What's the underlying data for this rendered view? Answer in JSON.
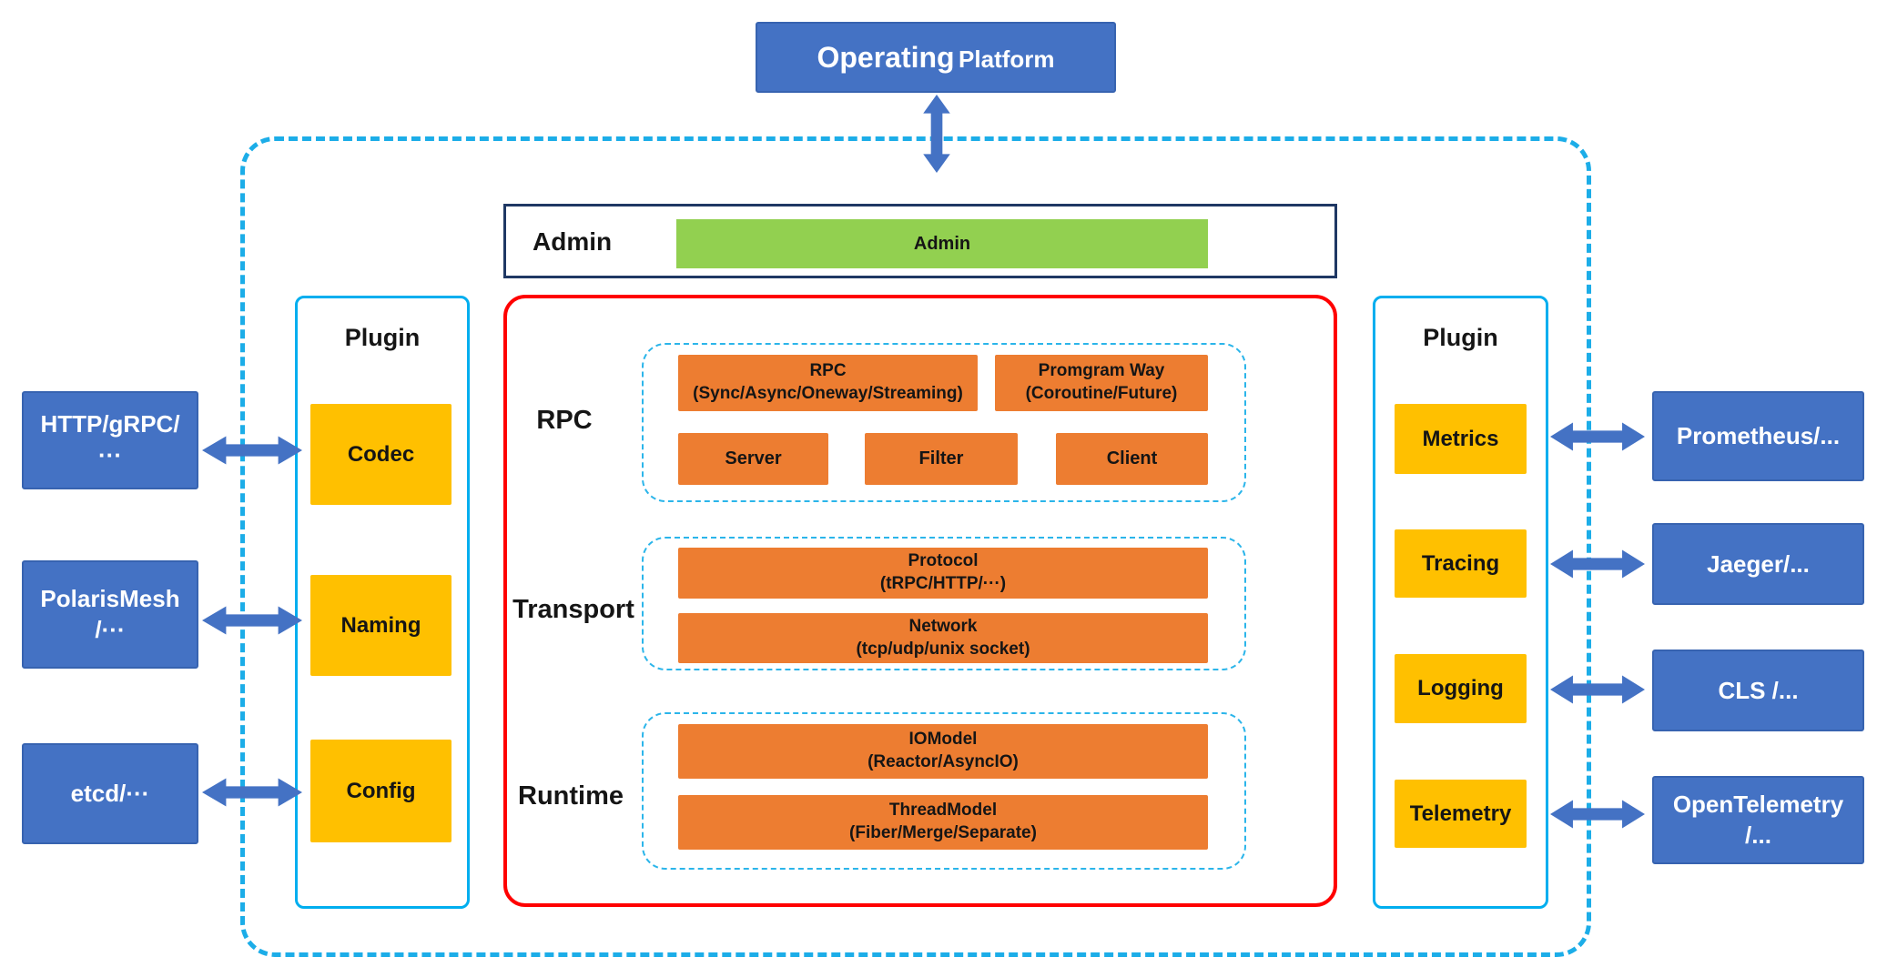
{
  "colors": {
    "blue_box": "#4472C4",
    "blue_box_border": "#3763B0",
    "green_bar": "#92D050",
    "orange_box": "#ED7D31",
    "yellow_box": "#FFC000",
    "outer_dashed_border": "#1CADE8",
    "plugin_border": "#00AEEF",
    "red_frame_border": "#FF0000",
    "admin_frame_border": "#1F3864",
    "arrow": "#4472C4",
    "dark_text": "#151515",
    "white_text": "#FFFFFF"
  },
  "operating_platform": {
    "title_main": "Operating",
    "title_sub": "Platform"
  },
  "admin": {
    "section_label": "Admin",
    "bar_label": "Admin"
  },
  "core": {
    "rpc": {
      "label": "RPC",
      "rpc_box": {
        "line1": "RPC",
        "line2": "(Sync/Async/Oneway/Streaming)"
      },
      "program_way_box": {
        "line1": "Promgram Way",
        "line2": "(Coroutine/Future)"
      },
      "server": "Server",
      "filter": "Filter",
      "client": "Client"
    },
    "transport": {
      "label": "Transport",
      "protocol": {
        "line1": "Protocol",
        "line2": "(tRPC/HTTP/···)"
      },
      "network": {
        "line1": "Network",
        "line2": "(tcp/udp/unix socket)"
      }
    },
    "runtime": {
      "label": "Runtime",
      "iomodel": {
        "line1": "IOModel",
        "line2": "(Reactor/AsyncIO)"
      },
      "threadmodel": {
        "line1": "ThreadModel",
        "line2": "(Fiber/Merge/Separate)"
      }
    }
  },
  "left_plugin": {
    "title": "Plugin",
    "items": [
      "Codec",
      "Naming",
      "Config"
    ]
  },
  "right_plugin": {
    "title": "Plugin",
    "items": [
      "Metrics",
      "Tracing",
      "Logging",
      "Telemetry"
    ]
  },
  "left_external": [
    {
      "line1": "HTTP/gRPC/",
      "line2": "···"
    },
    {
      "line1": "PolarisMesh",
      "line2": "/···"
    },
    {
      "line1": "etcd/···",
      "line2": ""
    }
  ],
  "right_external": [
    {
      "line1": "Prometheus/...",
      "line2": ""
    },
    {
      "line1": "Jaeger/...",
      "line2": ""
    },
    {
      "line1": "CLS /...",
      "line2": ""
    },
    {
      "line1": "OpenTelemetry",
      "line2": "/..."
    }
  ]
}
